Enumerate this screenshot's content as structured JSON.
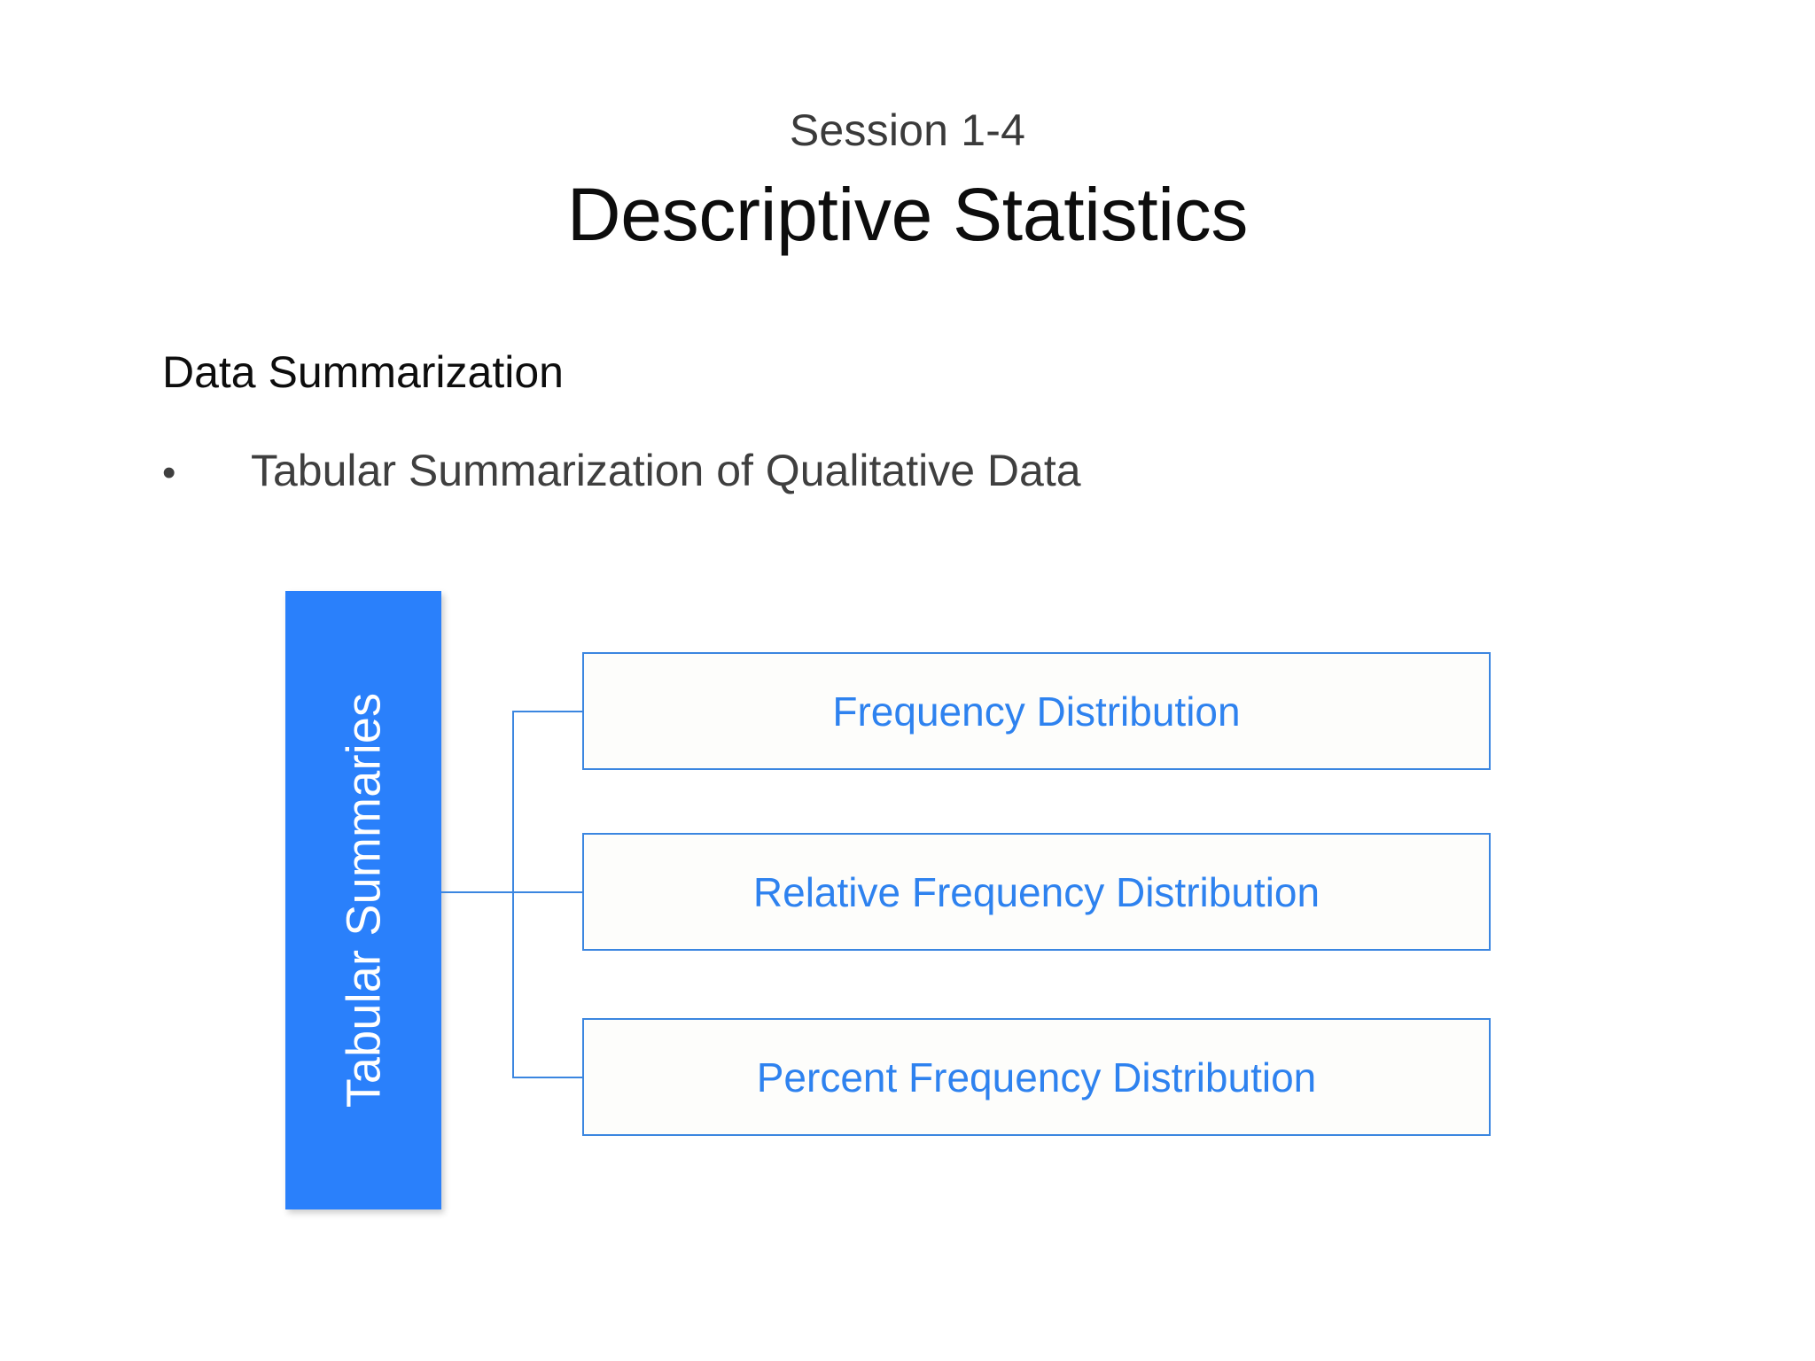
{
  "slide": {
    "session_label": "Session 1-4",
    "title": "Descriptive Statistics",
    "section_heading": "Data Summarization",
    "bullet": {
      "marker": "•",
      "text": "Tabular Summarization of Qualitative Data"
    }
  },
  "diagram": {
    "root": {
      "label": "Tabular Summaries",
      "fill_color": "#2a80fb",
      "text_color": "#ffffff"
    },
    "branches": [
      {
        "label": "Frequency Distribution"
      },
      {
        "label": "Relative Frequency Distribution"
      },
      {
        "label": "Percent Frequency Distribution"
      }
    ],
    "colors": {
      "accent_blue": "#2a80fb",
      "box_border": "#3b86e0",
      "box_text": "#2e82ef",
      "box_fill": "#fdfdfb",
      "heading_text": "#0d0d0d",
      "body_text": "#3f3f3f",
      "session_text": "#3a3a3a"
    }
  }
}
